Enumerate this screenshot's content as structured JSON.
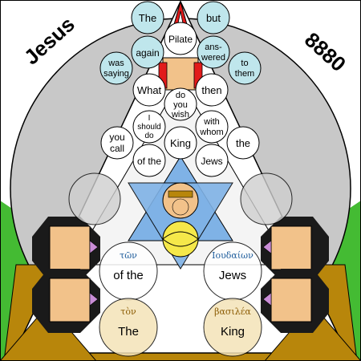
{
  "header": {
    "left_label": "Jesus",
    "right_label": "8880"
  },
  "words": {
    "w_the": "The",
    "w_but": "but",
    "w_pilate": "Pilate",
    "w_again": "again",
    "w_ans": "ans-",
    "w_wered": "wered",
    "w_was": "was",
    "w_saying": "saying",
    "w_to": "to",
    "w_them": "them",
    "w_what": "What",
    "w_then": "then",
    "w_do1": "do",
    "w_you1": "you",
    "w_wish": "wish",
    "w_i": "I",
    "w_should": "should",
    "w_do2": "do",
    "w_with": "with",
    "w_whom": "whom",
    "w_you2": "you",
    "w_call": "call",
    "w_king_top": "King",
    "w_the2": "the",
    "w_ofthe_top": "of the",
    "w_jews_top": "Jews"
  },
  "bottom": {
    "ton_greek": "τῶν",
    "ofthe": "of the",
    "ioudaion_greek": "Ιουδαίων",
    "jews": "Jews",
    "ton2_greek": "τὸν",
    "the": "The",
    "basilea_greek": "βασιλέα",
    "king": "King"
  },
  "colors": {
    "sky": "#ffffff",
    "grass": "#44bb33",
    "circle_gray": "#c8c8c8",
    "gold": "#b8860b",
    "star_blue": "#7fb2e6",
    "light_blue_circle": "#bfe6ec",
    "sun_yellow": "#f5e84a",
    "flame_red": "#e21a1a"
  }
}
